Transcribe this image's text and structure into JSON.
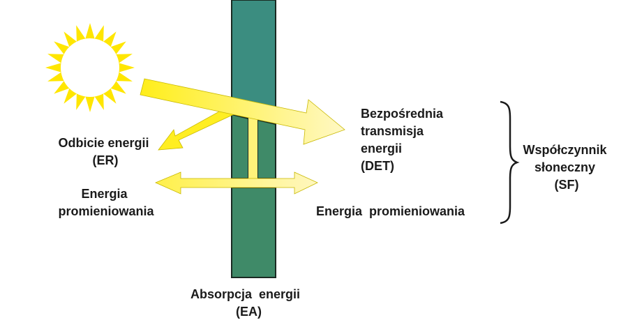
{
  "colors": {
    "sun": "#ffe600",
    "arrow_yellow": "#fff03a",
    "arrow_pale": "#fff7b0",
    "glass_top": "#3b8d80",
    "glass_bottom": "#3f8a68"
  },
  "labels": {
    "reflection": [
      "Odbicie energii",
      "(ER)"
    ],
    "radiation_left": [
      "Energia",
      "promieniowania"
    ],
    "direct_transmission": [
      "Bezpośrednia",
      "transmisja",
      "energii",
      "(DET)"
    ],
    "radiation_right": "Energia  promieniowania",
    "solar_factor": [
      "Współczynnik",
      "słoneczny",
      "(SF)"
    ],
    "absorption": [
      "Absorpcja  energii",
      "(EA)"
    ]
  },
  "icons": {
    "sun": "sun-icon",
    "brace": "curly-brace-icon"
  }
}
